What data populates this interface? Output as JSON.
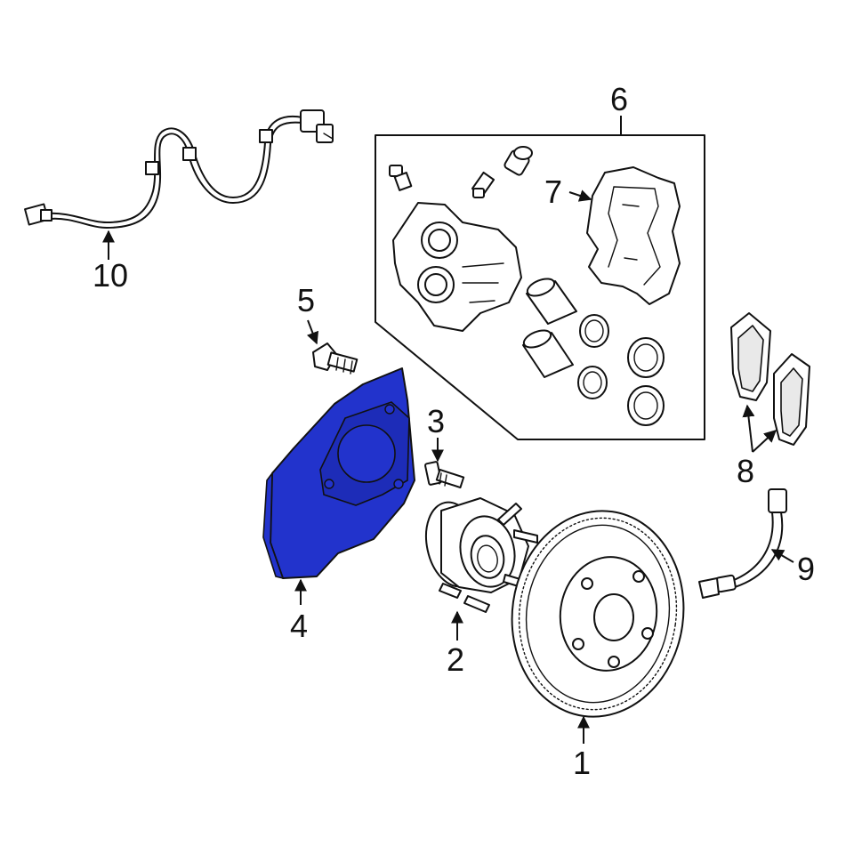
{
  "callouts": {
    "c1": "1",
    "c2": "2",
    "c3": "3",
    "c4": "4",
    "c5": "5",
    "c6": "6",
    "c7": "7",
    "c8": "8",
    "c9": "9",
    "c10": "10"
  },
  "colors": {
    "highlight": "#2233cc",
    "line": "#111111",
    "background": "#ffffff"
  }
}
